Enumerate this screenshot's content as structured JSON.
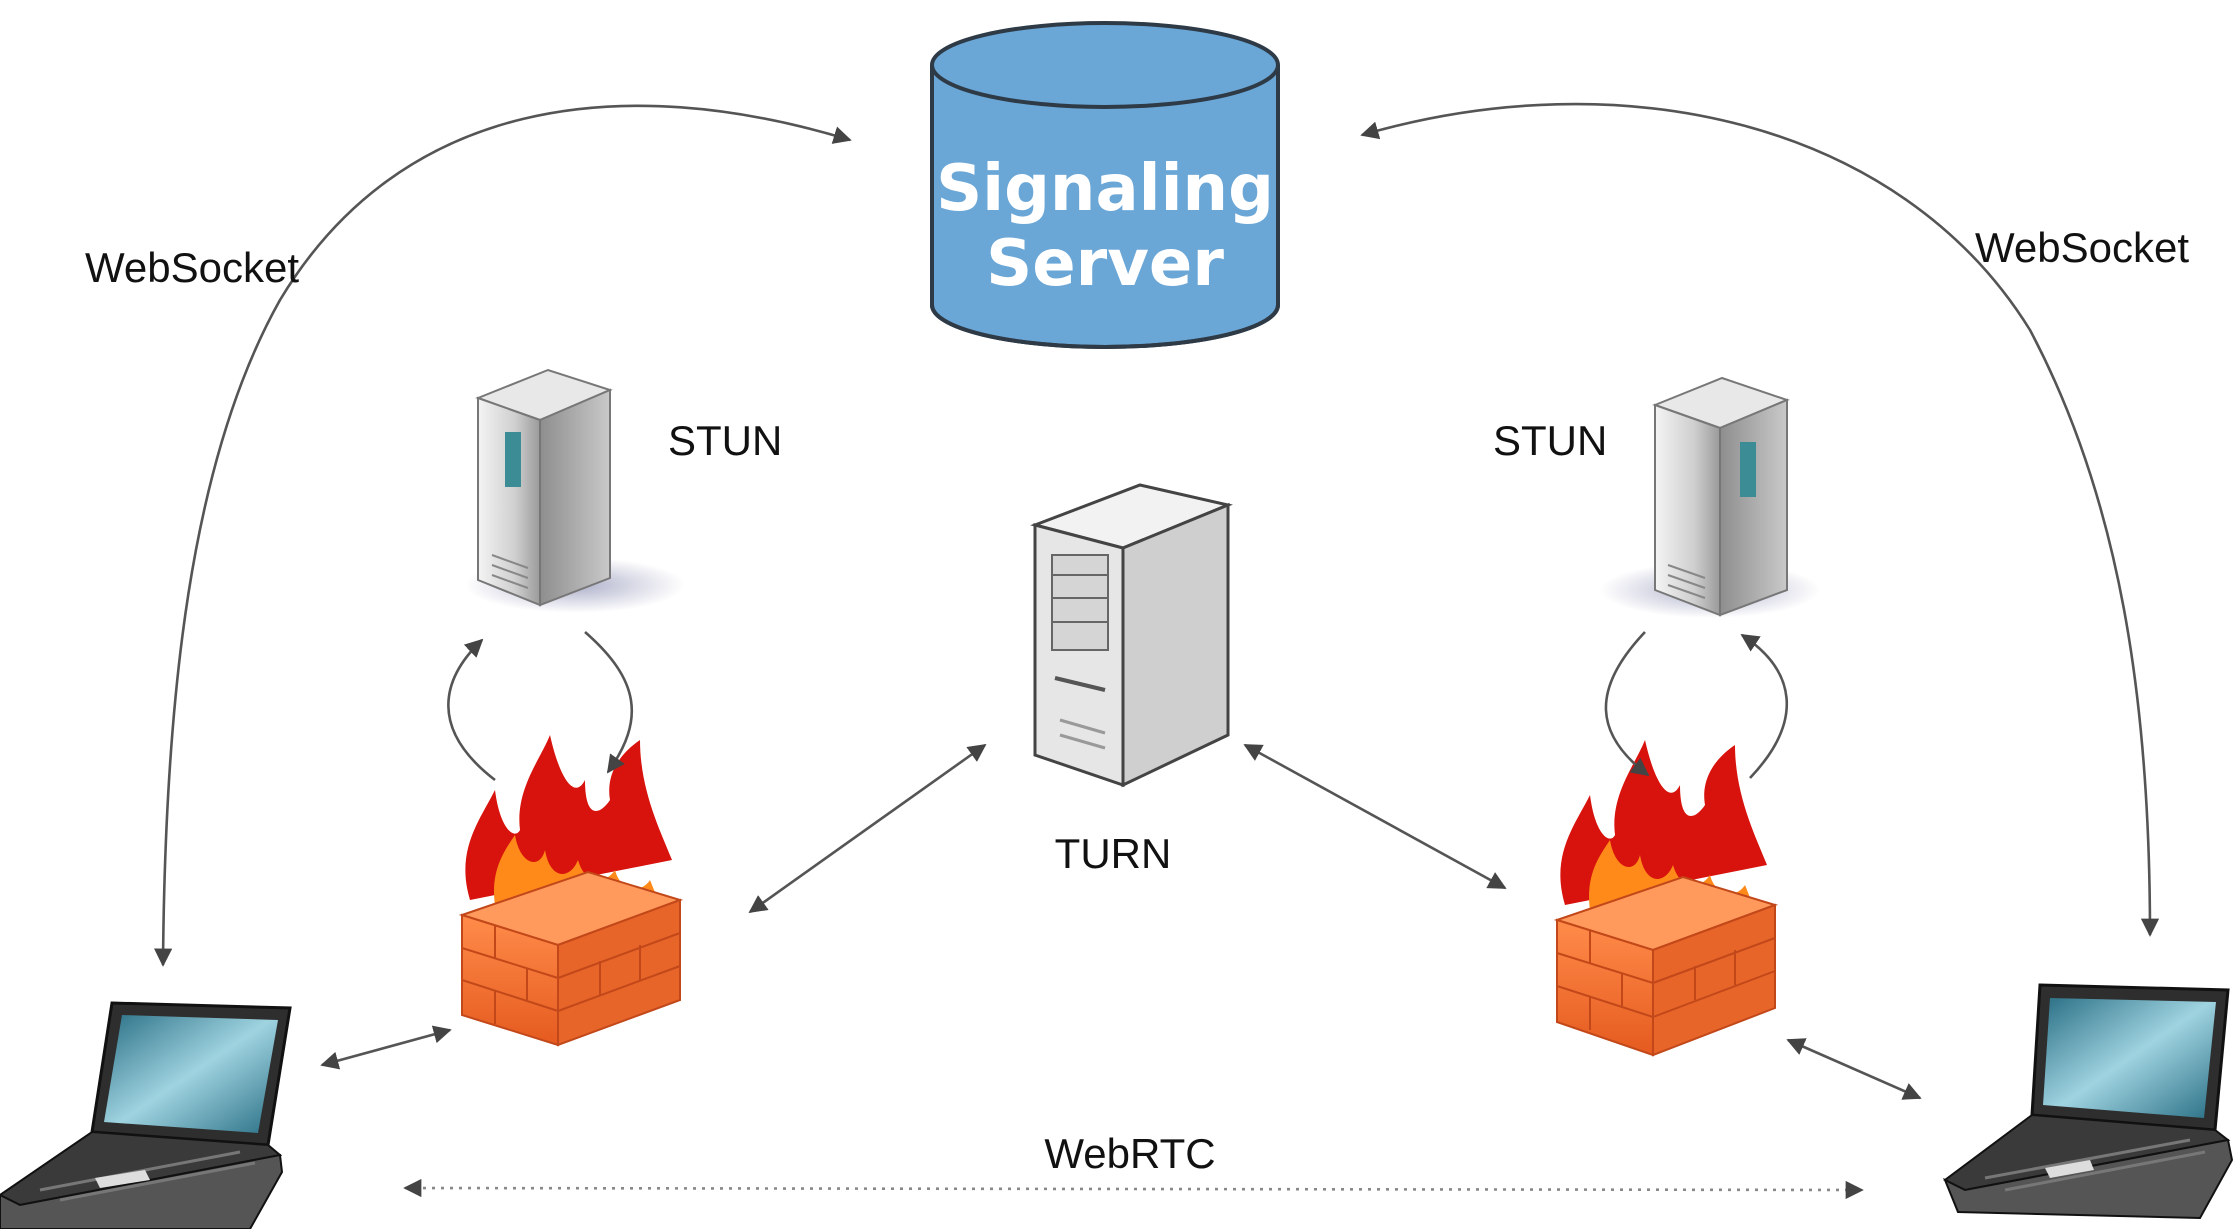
{
  "diagram": {
    "signaling_server": {
      "line1": "Signaling",
      "line2": "Server"
    },
    "websocket_left": "WebSocket",
    "websocket_right": "WebSocket",
    "stun_left": "STUN",
    "stun_right": "STUN",
    "turn": "TURN",
    "webrtc": "WebRTC",
    "colors": {
      "cylinder_fill": "#6aa6d6",
      "cylinder_stroke": "#2e3a46",
      "brick": "#f26a2b",
      "flame_red": "#d8120c",
      "flame_orange": "#ff8a1a",
      "laptop_screen": "#5aa3b8"
    }
  }
}
